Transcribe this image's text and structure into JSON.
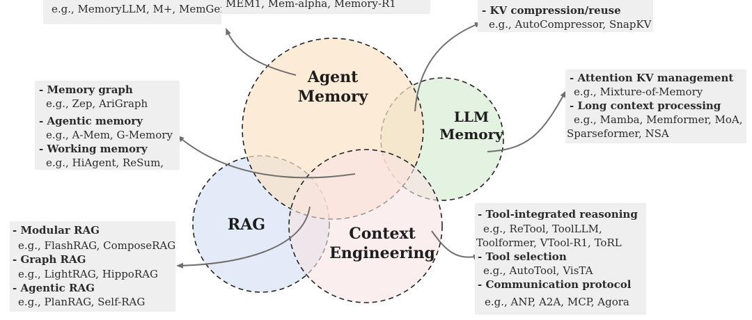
{
  "circles": {
    "agent_memory": [
      "Agent",
      "Memory"
    ],
    "llm_memory": [
      "LLM",
      "Memory"
    ],
    "rag": [
      "RAG"
    ],
    "context_engineering": [
      "Context",
      "Engineering"
    ]
  },
  "box_top_left": {
    "lines": [
      "e.g., MemoryLLM, M+, MemGen",
      "MEM1, Mem-alpha, Memory-R1"
    ]
  },
  "box_top_right": {
    "lines": [
      "- KV compression/reuse",
      "e.g., AutoCompressor, SnapKV"
    ]
  },
  "box_left": {
    "lines": [
      "- Memory graph",
      "e.g., Zep, AriGraph",
      "- Agentic memory",
      "e.g., A-Mem, G-Memory",
      "- Working memory",
      "e.g., HiAgent, ReSum,"
    ]
  },
  "box_right": {
    "lines": [
      "- Attention KV management",
      "e.g., Mixture-of-Memory",
      "- Long context processing",
      "e.g., Mamba, Memformer, MoA,",
      "Sparseformer, NSA"
    ]
  },
  "box_bottom_left": {
    "lines": [
      "- Modular RAG",
      "e.g., FlashRAG, ComposeRAG",
      "- Graph RAG",
      "e.g., LightRAG, HippoRAG",
      "- Agentic RAG",
      "e.g., PlanRAG, Self-RAG"
    ]
  },
  "box_bottom_right": {
    "lines": [
      "- Tool-integrated reasoning",
      "e.g., ReTool, ToolLLM,",
      "Toolformer, VTool-R1, ToRL",
      "- Tool selection",
      "e.g., AutoTool, VisTA",
      "- Communication protocol",
      "e.g., ANP, A2A, MCP, Agora"
    ]
  },
  "colors": {
    "agent_memory_fill": "#fbe3c6",
    "llm_memory_fill": "#dff0dc",
    "rag_fill": "#dde8f6",
    "context_engineering_fill": "#f8e2e2",
    "box_bg": "#efefef",
    "arrow": "#6e6e6e"
  }
}
